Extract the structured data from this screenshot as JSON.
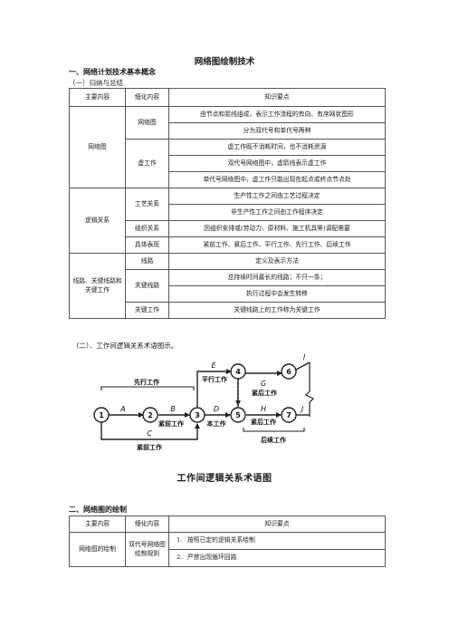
{
  "title": "网络图绘制技术",
  "section1": {
    "heading": "一、网络计划技术基本概念",
    "subheading": "（一）归纳与总结",
    "table": {
      "headers": [
        "主要内容",
        "细化内容",
        "知识要点"
      ],
      "groups": [
        {
          "main": "网络图",
          "subs": [
            {
              "name": "网络图",
              "points": [
                "由节点和箭线组成，表示工作流程的有向、有序网状图形",
                "分为双代号和单代号两种"
              ]
            },
            {
              "name": "虚工作",
              "points": [
                "虚工作既不消耗时间，也不消耗资源",
                "双代号网络图中，虚箭线表示虚工作",
                "单代号网络图中，虚工作只能出现在起点或终点节点处"
              ]
            }
          ]
        },
        {
          "main": "逻辑关系",
          "subs": [
            {
              "name": "工艺关系",
              "points": [
                "生产性工作之间由工艺过程决定",
                "非生产性工作之间由工作程序决定"
              ]
            },
            {
              "name": "组织关系",
              "points": [
                "因组织安排或(劳动力、原材料、施工机具等)调配需要"
              ]
            },
            {
              "name": "具体表现",
              "points": [
                "紧前工作、紧后工作、平行工作、先行工作、后续工作"
              ]
            }
          ]
        },
        {
          "main": "线路、关键线路和关键工作",
          "subs": [
            {
              "name": "线路",
              "points": [
                "定义及表示方法"
              ]
            },
            {
              "name": "关键线路",
              "points": [
                "总持续时间最长的线路；不只一条；",
                "执行过程中会发生转移"
              ]
            },
            {
              "name": "关键工作",
              "points": [
                "关键线路上的工作称为关键工作"
              ]
            }
          ]
        }
      ]
    }
  },
  "section1b": {
    "heading": "（二）、工作间逻辑关系术语图示。"
  },
  "diagram": {
    "caption": "工作间逻辑关系术语图",
    "nodes": [
      "1",
      "2",
      "3",
      "4",
      "5",
      "6",
      "7"
    ],
    "activities": [
      "A",
      "B",
      "C",
      "D",
      "E",
      "G",
      "H",
      "I",
      "J"
    ],
    "labels": {
      "prior": "先行工作",
      "parallel": "平行工作",
      "pred_b": "紧前工作",
      "this_work": "本工作",
      "succ_g": "紧后工作",
      "succ_h": "紧后工作",
      "pred_c": "紧前工作",
      "subsequent": "后续工作"
    }
  },
  "section2": {
    "heading": "二、网络图的绘制",
    "table": {
      "headers": [
        "主要内容",
        "细化内容",
        "知识要点"
      ],
      "main": "网络图的绘制",
      "sub": "双代号网络图绘制规则",
      "points": [
        {
          "num": "1.",
          "text": "按照已定的逻辑关系绘制"
        },
        {
          "num": "2.",
          "text": "严禁出现循环回路"
        }
      ]
    }
  }
}
